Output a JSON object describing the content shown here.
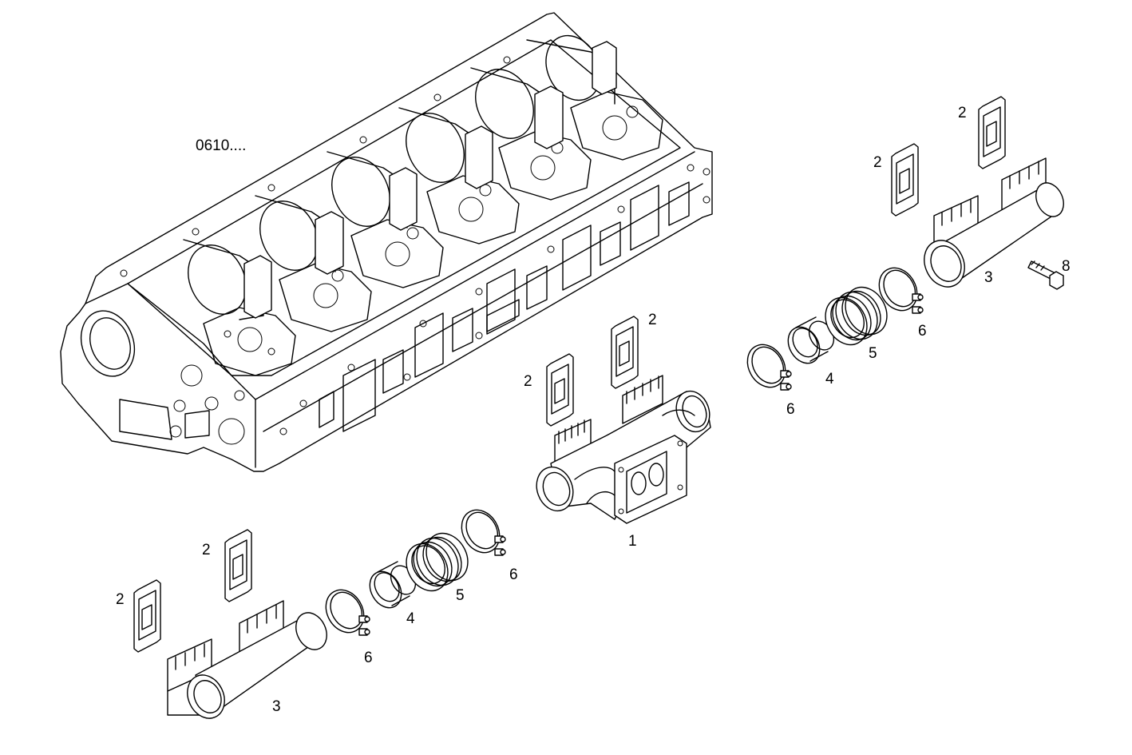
{
  "reference": "0610....",
  "labels": {
    "p1": "1",
    "p2": "2",
    "p3": "3",
    "p4": "4",
    "p5": "5",
    "p6": "6",
    "p8": "8"
  }
}
